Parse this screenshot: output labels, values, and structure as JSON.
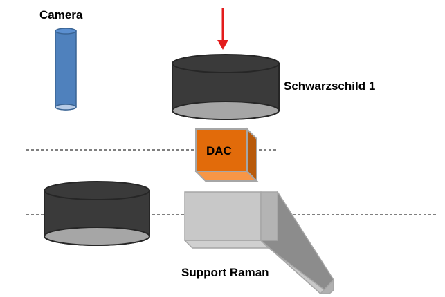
{
  "labels": {
    "camera": "Camera",
    "schwarzschild": "Schwarzschild 1",
    "dac": "DAC",
    "support_raman": "Support Raman"
  },
  "colors": {
    "camera_fill": "#4f81bd",
    "camera_stroke": "#3a6494",
    "lens_dark": "#3a3a3a",
    "lens_light": "#a6a6a6",
    "dac_orange": "#e26b0a",
    "dac_side": "#b85a0b",
    "dac_top": "#f79646",
    "support_light": "#c8c8c8",
    "support_mid": "#a0a0a0",
    "support_dark": "#7f7f7f",
    "arrow": "#e31c1c"
  }
}
